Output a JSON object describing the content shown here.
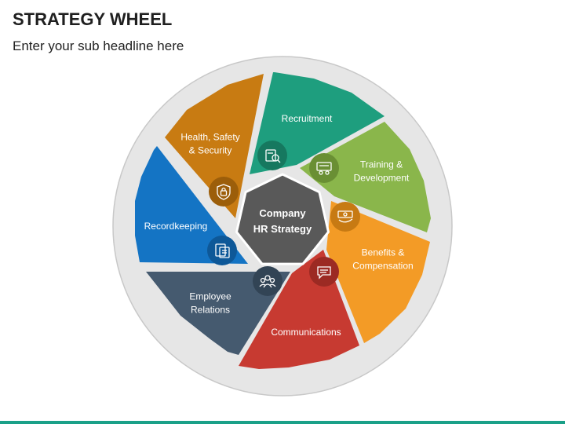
{
  "title": "STRATEGY WHEEL",
  "subtitle": "Enter your sub headline here",
  "center": {
    "lines": [
      "Company",
      "HR Strategy"
    ],
    "color": "#595959"
  },
  "ring_color": "#e6e6e6",
  "footer_color": "#1aa088",
  "segments": [
    {
      "name": "recruitment",
      "lines": [
        "Recruitment"
      ],
      "color": "#1e9e7e",
      "icon_bg": "#16785f",
      "icon": "recruitment-icon"
    },
    {
      "name": "training-development",
      "lines": [
        "Training &",
        "Development"
      ],
      "color": "#8ab64b",
      "icon_bg": "#6a8f34",
      "icon": "training-icon"
    },
    {
      "name": "benefits-compensation",
      "lines": [
        "Benefits &",
        "Compensation"
      ],
      "color": "#f39b26",
      "icon_bg": "#c77a13",
      "icon": "benefits-icon"
    },
    {
      "name": "communications",
      "lines": [
        "Communications"
      ],
      "color": "#c73a31",
      "icon_bg": "#9c2a23",
      "icon": "chat-icon"
    },
    {
      "name": "employee-relations",
      "lines": [
        "Employee",
        "Relations"
      ],
      "color": "#455a6f",
      "icon_bg": "#324455",
      "icon": "team-icon"
    },
    {
      "name": "recordkeeping",
      "lines": [
        "Recordkeeping"
      ],
      "color": "#1474c4",
      "icon_bg": "#0e5898",
      "icon": "documents-icon"
    },
    {
      "name": "health-safety-security",
      "lines": [
        "Health, Safety",
        "& Security"
      ],
      "color": "#c87b12",
      "icon_bg": "#9c5e0a",
      "icon": "shield-lock-icon"
    }
  ]
}
